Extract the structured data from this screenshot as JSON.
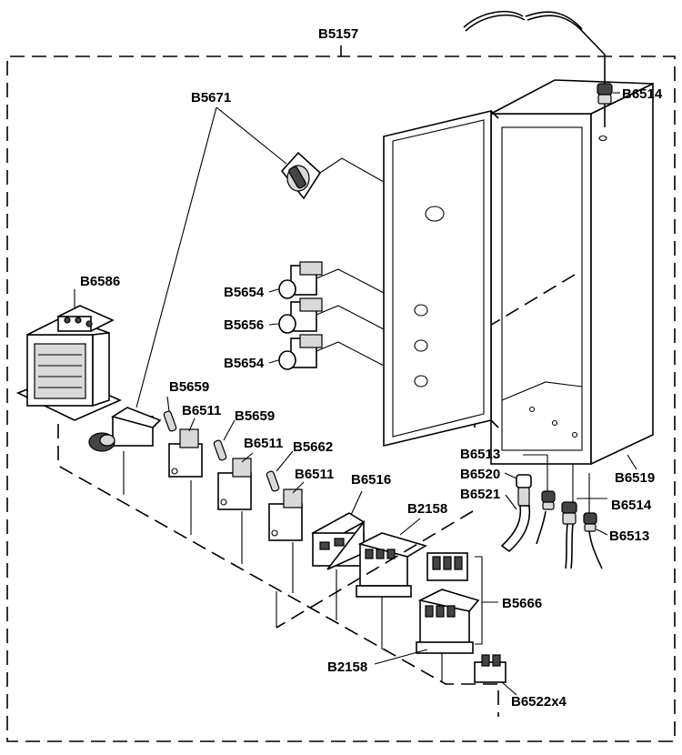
{
  "labels": {
    "assembly": "B5157",
    "selector": "B5671",
    "transformer": "B6586",
    "pushbutton_top": "B5654",
    "pushbutton_mid": "B5656",
    "pushbutton_bot": "B5654",
    "fuse_1": "B5659",
    "fuse_2": "B5659",
    "fuse_holder_1": "B6511",
    "fuse_holder_2": "B6511",
    "fuse_holder_3": "B6511",
    "fuse_3": "B5662",
    "relay": "B6516",
    "contactor_top": "B2158",
    "contactor_bot": "B2158",
    "contactor_group": "B5666",
    "terminal": "B6522x4",
    "gland_top": "B6514",
    "gland_left": "B6513",
    "gland_a": "B6520",
    "gland_b": "B6521",
    "gland_right": "B6514",
    "gland_far": "B6513",
    "enclosure": "B6519"
  }
}
